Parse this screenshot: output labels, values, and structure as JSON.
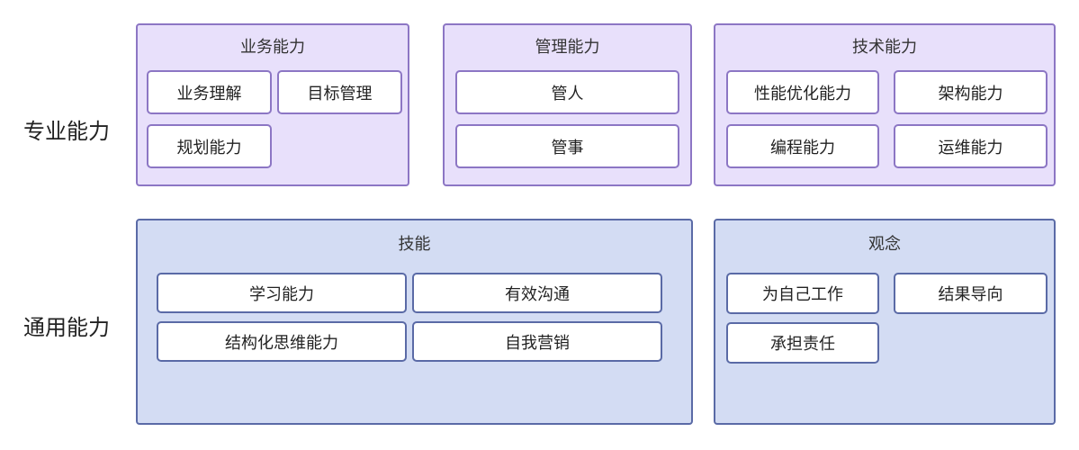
{
  "rows": [
    {
      "label": "专业能力"
    },
    {
      "label": "通用能力"
    }
  ],
  "groups": [
    {
      "title": "业务能力",
      "items": [
        "业务理解",
        "目标管理",
        "规划能力"
      ]
    },
    {
      "title": "管理能力",
      "items": [
        "管人",
        "管事"
      ]
    },
    {
      "title": "技术能力",
      "items": [
        "性能优化能力",
        "架构能力",
        "编程能力",
        "运维能力"
      ]
    },
    {
      "title": "技能",
      "items": [
        "学习能力",
        "有效沟通",
        "结构化思维能力",
        "自我营销"
      ]
    },
    {
      "title": "观念",
      "items": [
        "为自己工作",
        "结果导向",
        "承担责任"
      ]
    }
  ],
  "colors": {
    "professional_fill": "#e8e0fb",
    "professional_border": "#8c76c4",
    "general_fill": "#d3dcf3",
    "general_border": "#5a6aa6"
  }
}
